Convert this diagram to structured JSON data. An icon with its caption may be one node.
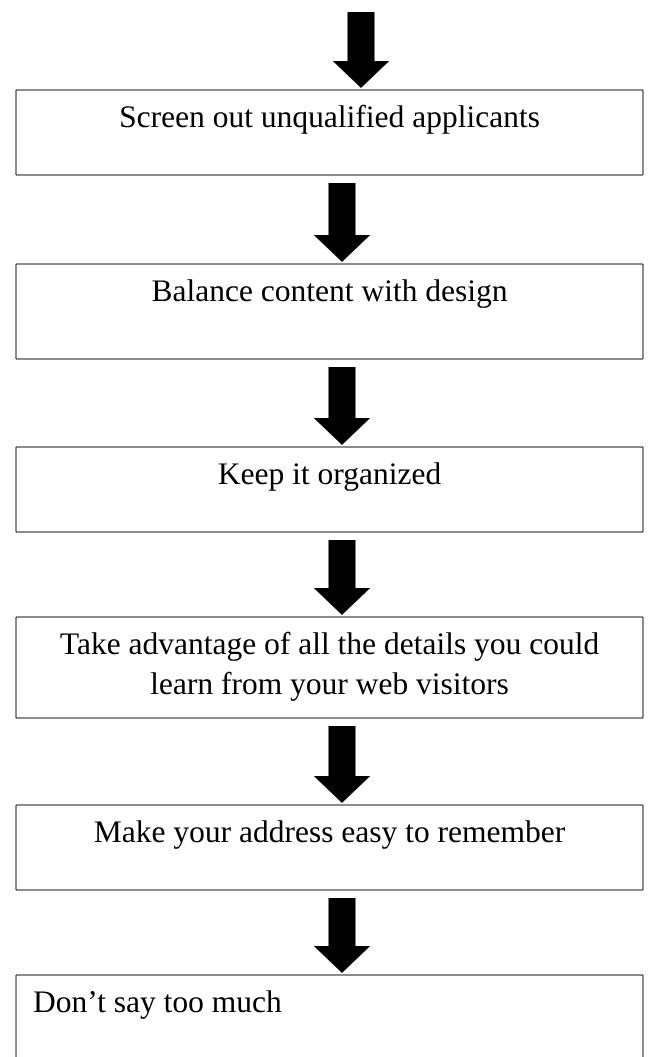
{
  "diagram": {
    "nodes": [
      {
        "text": [
          "Screen out unqualified applicants"
        ]
      },
      {
        "text": [
          "Balance content with design"
        ]
      },
      {
        "text": [
          "Keep it organized"
        ]
      },
      {
        "text": [
          "Take advantage of all the details you could learn from your web visitors"
        ]
      },
      {
        "text": [
          "Make your address easy to remember"
        ]
      },
      {
        "text": [
          "Don’t say too much"
        ]
      }
    ],
    "edges": [
      {
        "from": null,
        "to": 0,
        "arrow": "to"
      },
      {
        "from": 0,
        "to": 1,
        "arrow": "to"
      },
      {
        "from": 1,
        "to": 2,
        "arrow": "to"
      },
      {
        "from": 2,
        "to": 3,
        "arrow": "to"
      },
      {
        "from": 3,
        "to": 4,
        "arrow": "to"
      },
      {
        "from": 4,
        "to": 5,
        "arrow": "to"
      }
    ]
  }
}
